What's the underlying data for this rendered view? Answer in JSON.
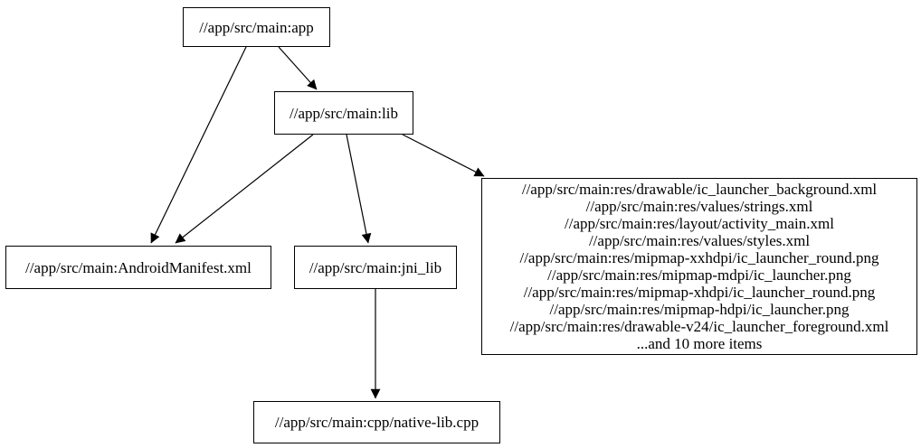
{
  "graph": {
    "background_color": "#ffffff",
    "node_border_color": "#000000",
    "node_fill_color": "#ffffff",
    "text_color": "#000000",
    "edge_color": "#000000",
    "nodes": {
      "app": {
        "label": "//app/src/main:app"
      },
      "lib": {
        "label": "//app/src/main:lib"
      },
      "android_manifest": {
        "label": "//app/src/main:AndroidManifest.xml"
      },
      "jni_lib": {
        "label": "//app/src/main:jni_lib"
      },
      "resources": {
        "lines": [
          "//app/src/main:res/drawable/ic_launcher_background.xml",
          "//app/src/main:res/values/strings.xml",
          "//app/src/main:res/layout/activity_main.xml",
          "//app/src/main:res/values/styles.xml",
          "//app/src/main:res/mipmap-xxhdpi/ic_launcher_round.png",
          "//app/src/main:res/mipmap-mdpi/ic_launcher.png",
          "//app/src/main:res/mipmap-xhdpi/ic_launcher_round.png",
          "//app/src/main:res/mipmap-hdpi/ic_launcher.png",
          "//app/src/main:res/drawable-v24/ic_launcher_foreground.xml",
          "...and 10 more items"
        ]
      },
      "native_lib_cpp": {
        "label": "//app/src/main:cpp/native-lib.cpp"
      }
    },
    "edges": [
      {
        "from": "app",
        "to": "android_manifest"
      },
      {
        "from": "app",
        "to": "lib"
      },
      {
        "from": "lib",
        "to": "android_manifest"
      },
      {
        "from": "lib",
        "to": "jni_lib"
      },
      {
        "from": "lib",
        "to": "resources"
      },
      {
        "from": "jni_lib",
        "to": "native_lib_cpp"
      }
    ]
  }
}
